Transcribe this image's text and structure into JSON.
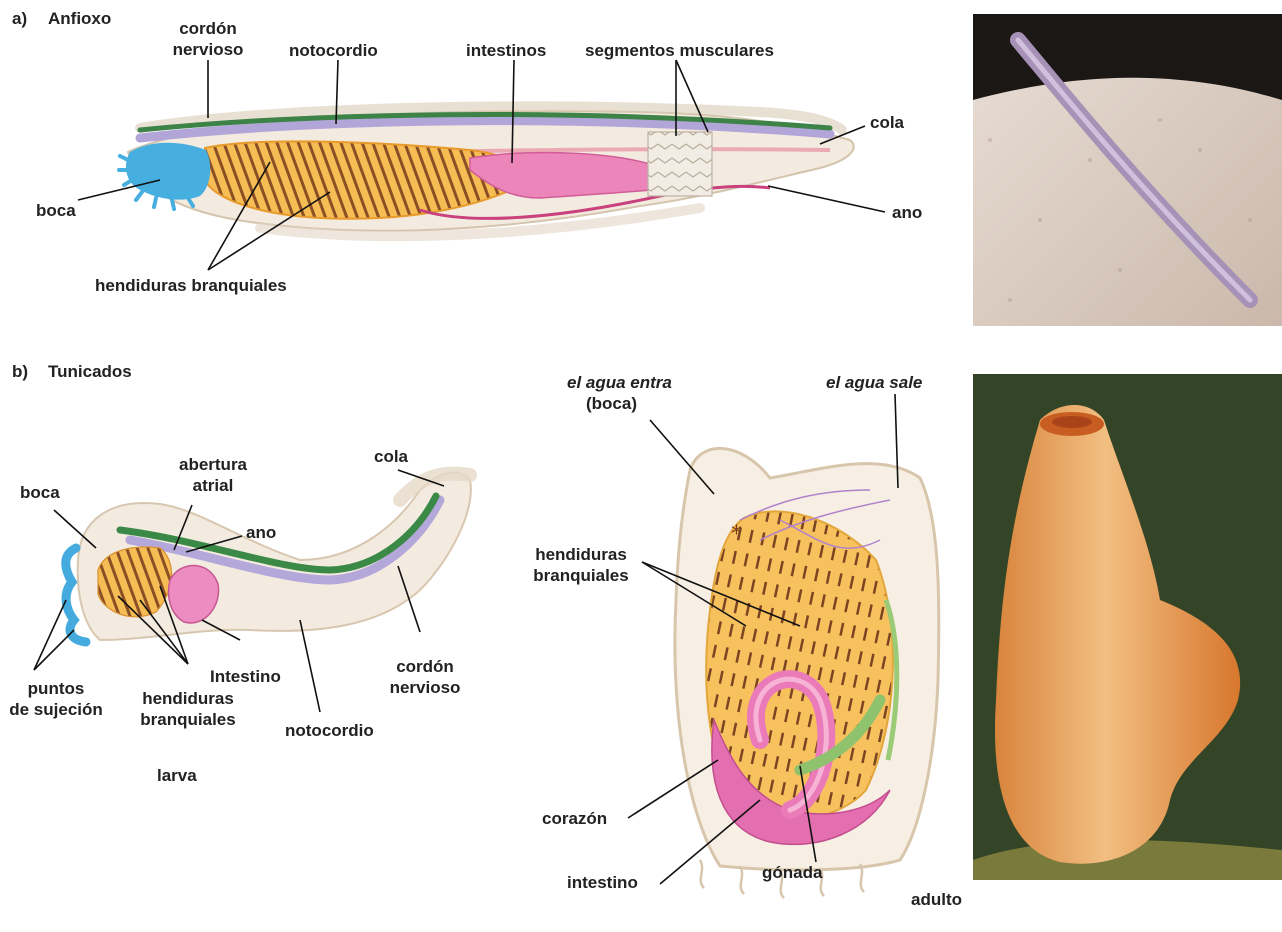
{
  "panel_a": {
    "letter": "a)",
    "title": "Anfioxo",
    "labels": {
      "cordon_l1": "cordón",
      "cordon_l2": "nervioso",
      "notocordio": "notocordio",
      "intestinos": "intestinos",
      "segmentos": "segmentos musculares",
      "cola": "cola",
      "boca": "boca",
      "ano": "ano",
      "hendiduras": "hendiduras branquiales"
    }
  },
  "panel_b": {
    "letter": "b)",
    "title": "Tunicados",
    "larva": {
      "caption": "larva",
      "labels": {
        "cola": "cola",
        "abertura_l1": "abertura",
        "abertura_l2": "atrial",
        "boca": "boca",
        "ano": "ano",
        "intestino": "Intestino",
        "cordon_l1": "cordón",
        "cordon_l2": "nervioso",
        "puntos_l1": "puntos",
        "puntos_l2": "de sujeción",
        "hendiduras_l1": "hendiduras",
        "hendiduras_l2": "branquiales",
        "notocordio": "notocordio"
      }
    },
    "adult": {
      "caption": "adulto",
      "labels": {
        "agua_entra": "el agua entra",
        "boca": "(boca)",
        "agua_sale": "el agua sale",
        "hendiduras_l1": "hendiduras",
        "hendiduras_l2": "branquiales",
        "corazon": "corazón",
        "intestino": "intestino",
        "gonada": "gónada"
      }
    }
  },
  "colors": {
    "nerve_cord": "#3f8a4a",
    "notochord": "#a99bd0",
    "gills": "#f3b54a",
    "mouth": "#43aadc",
    "intestine": "#e36fae",
    "body_outline": "#e8d8c0"
  }
}
